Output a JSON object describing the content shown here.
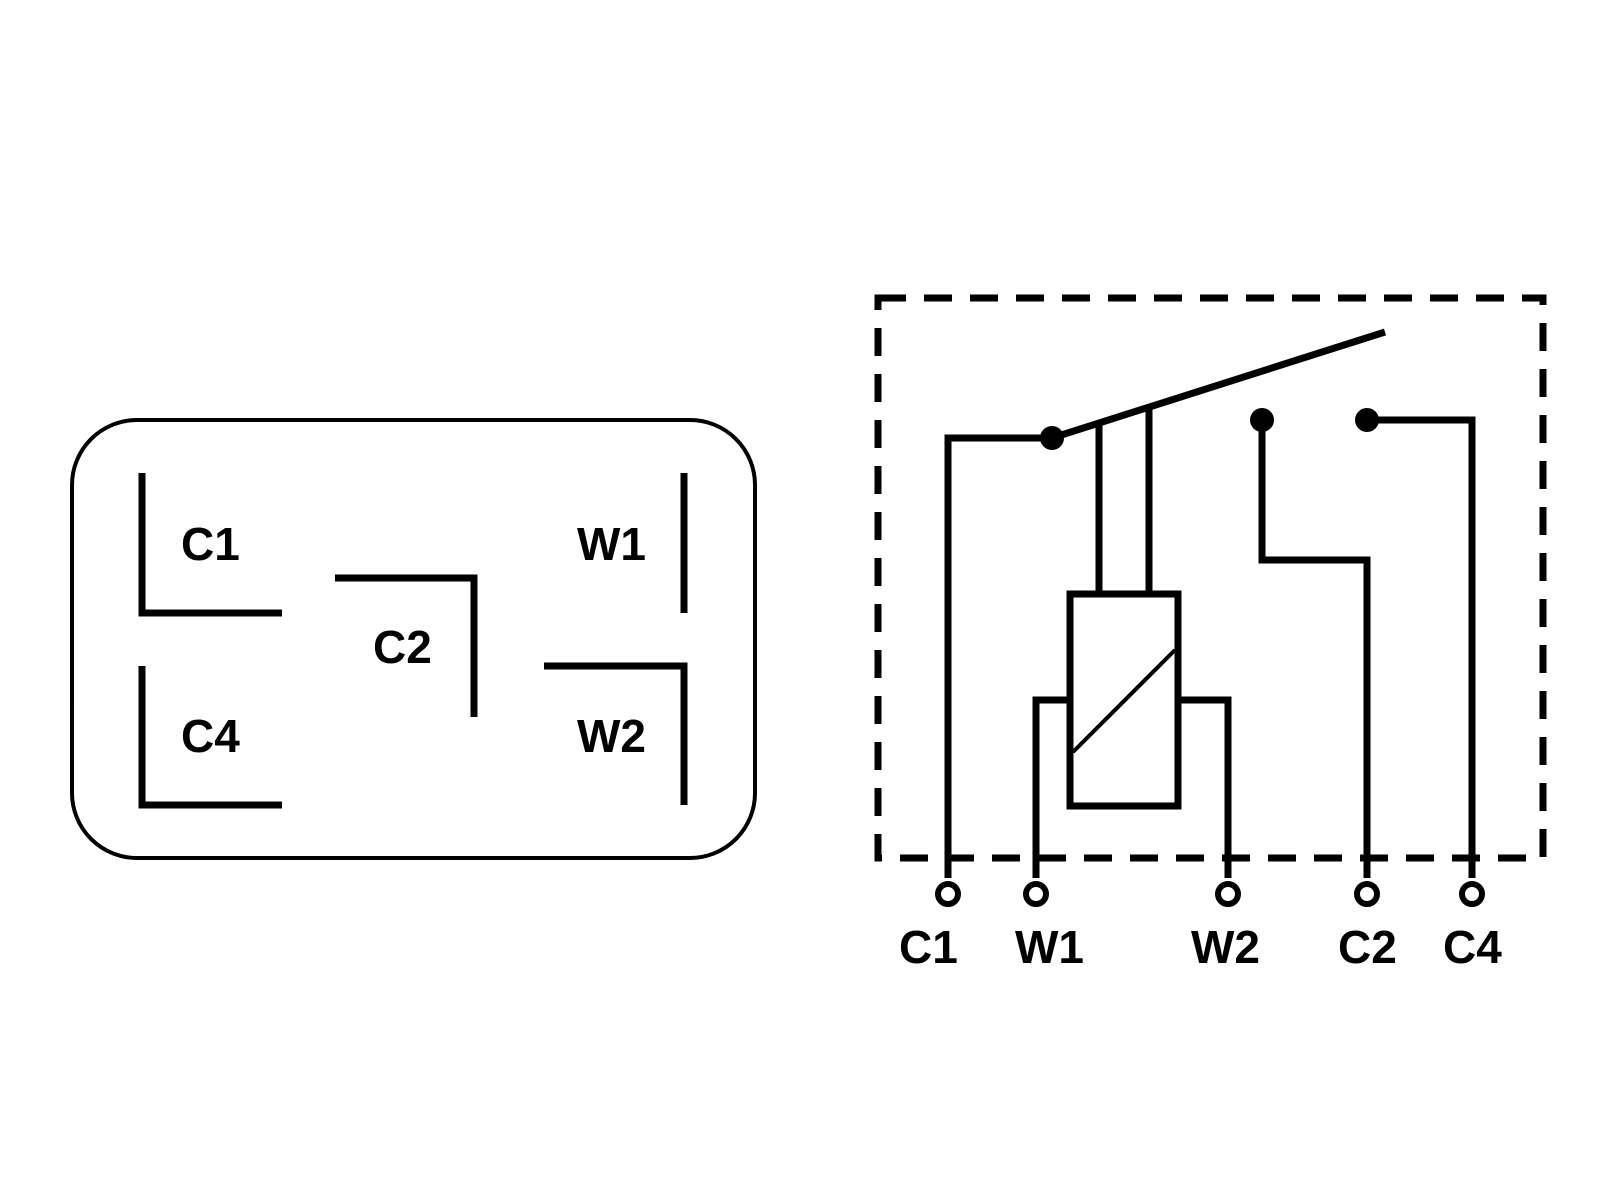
{
  "connector_face": {
    "pins": [
      {
        "id": "C1",
        "label": "C1"
      },
      {
        "id": "C2",
        "label": "C2"
      },
      {
        "id": "C4",
        "label": "C4"
      },
      {
        "id": "W1",
        "label": "W1"
      },
      {
        "id": "W2",
        "label": "W2"
      }
    ]
  },
  "schematic": {
    "terminals": [
      {
        "id": "C1",
        "label": "C1"
      },
      {
        "id": "W1",
        "label": "W1"
      },
      {
        "id": "W2",
        "label": "W2"
      },
      {
        "id": "C2",
        "label": "C2"
      },
      {
        "id": "C4",
        "label": "C4"
      }
    ]
  },
  "colors": {
    "line": "#000000",
    "background": "#ffffff"
  }
}
